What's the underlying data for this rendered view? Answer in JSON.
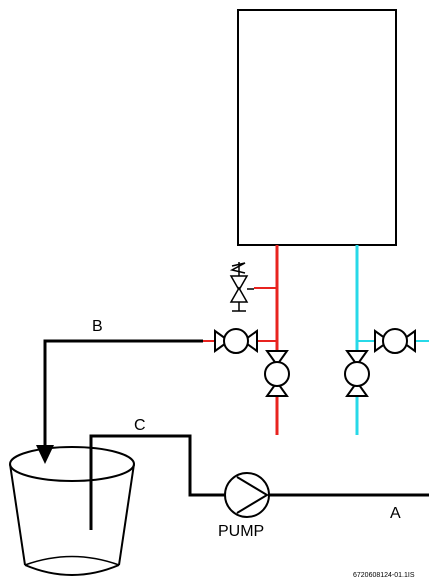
{
  "labels": {
    "line_b": "B",
    "line_c": "C",
    "line_a": "A",
    "pump": "PUMP",
    "drawing_ref": "6720608124-01.1IS"
  },
  "colors": {
    "hot_line": "#e8231f",
    "cold_line": "#27d9e8",
    "line": "#000000",
    "background": "#ffffff"
  },
  "icons": {
    "pump": "pump-icon",
    "valve": "ball-valve-icon",
    "relief": "pressure-relief-valve-icon",
    "bucket": "bucket-icon",
    "arrow": "arrow-down-icon"
  }
}
